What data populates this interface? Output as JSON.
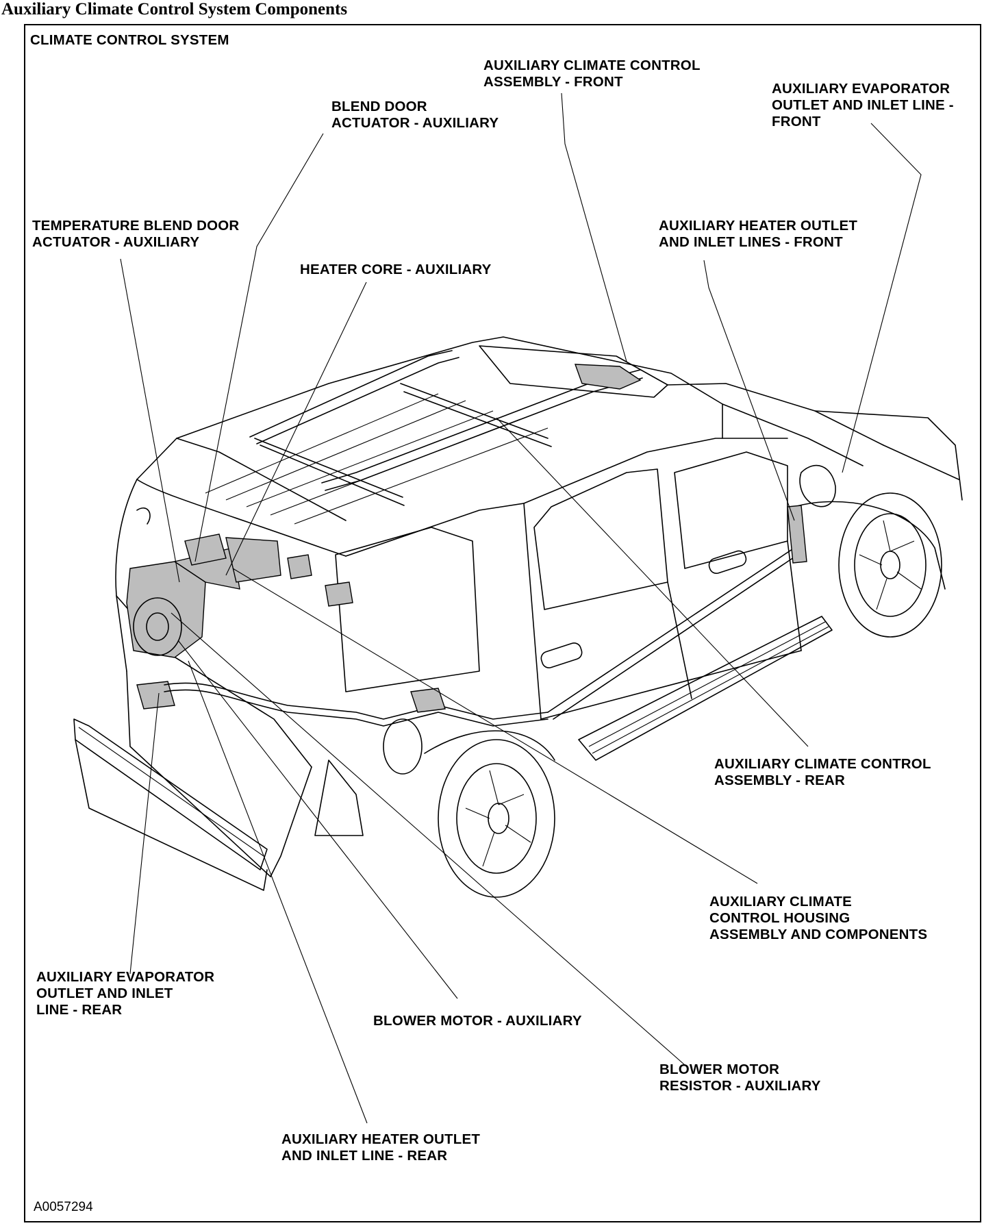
{
  "page_title": "Auxiliary Climate Control System Components",
  "section_label": "CLIMATE CONTROL SYSTEM",
  "figure_id": "A0057294",
  "labels": {
    "blend_door_actuator": "BLEND DOOR\nACTUATOR - AUXILIARY",
    "climate_control_front": "AUXILIARY CLIMATE CONTROL\nASSEMBLY - FRONT",
    "evap_line_front": "AUXILIARY EVAPORATOR\nOUTLET AND INLET LINE -\nFRONT",
    "temp_blend_door_actuator": "TEMPERATURE BLEND DOOR\nACTUATOR - AUXILIARY",
    "heater_lines_front": "AUXILIARY HEATER OUTLET\nAND INLET LINES - FRONT",
    "heater_core": "HEATER CORE - AUXILIARY",
    "climate_control_rear": "AUXILIARY CLIMATE CONTROL\nASSEMBLY - REAR",
    "housing_assembly": "AUXILIARY CLIMATE\nCONTROL HOUSING\nASSEMBLY AND COMPONENTS",
    "evap_line_rear": "AUXILIARY EVAPORATOR\nOUTLET AND INLET\nLINE - REAR",
    "blower_motor": "BLOWER MOTOR - AUXILIARY",
    "blower_motor_resistor": "BLOWER MOTOR\nRESISTOR - AUXILIARY",
    "heater_line_rear": "AUXILIARY HEATER OUTLET\nAND INLET LINE - REAR"
  }
}
